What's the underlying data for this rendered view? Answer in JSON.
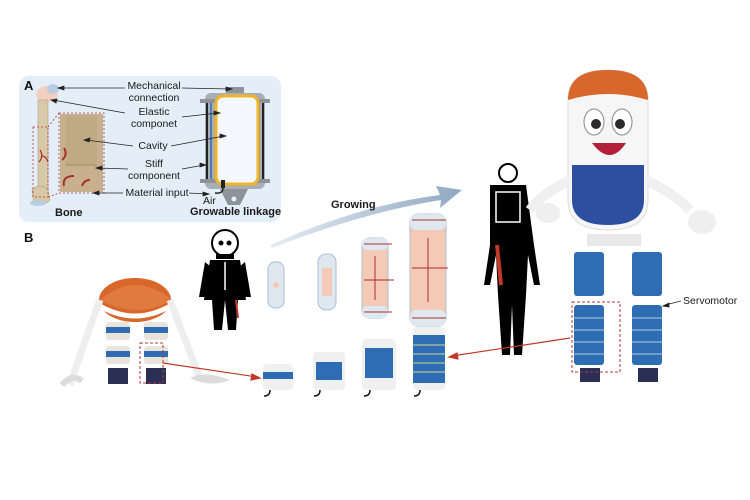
{
  "panel_a": {
    "letter": "A",
    "labels": {
      "mechanical_connection": [
        "Mechanical",
        "connection"
      ],
      "elastic_component": [
        "Elastic",
        "componet"
      ],
      "cavity": "Cavity",
      "stiff_component": [
        "Stiff",
        "component"
      ],
      "material_input": "Material input",
      "air": "Air",
      "bone": "Bone",
      "growable_linkage": "Growable linkage"
    }
  },
  "panel_b": {
    "letter": "B",
    "growing_label": "Growing",
    "servomotor_label": "Servomotor",
    "bone_stages": 4,
    "linkage_stages": 4
  },
  "colors": {
    "panel_bg": "#e3eef8",
    "bone_beige": "#d8c4a8",
    "bone_pink": "#f4c9b5",
    "vessel_red": "#a8322a",
    "linkage_yellow": "#f0b429",
    "linkage_gray": "#8e9399",
    "robot_blue": "#2e6db4",
    "robot_orange": "#d9662a",
    "arrow_gray": "#9fb4c8",
    "pointer_red": "#c0392b",
    "dashed_red": "#b03a3a"
  }
}
